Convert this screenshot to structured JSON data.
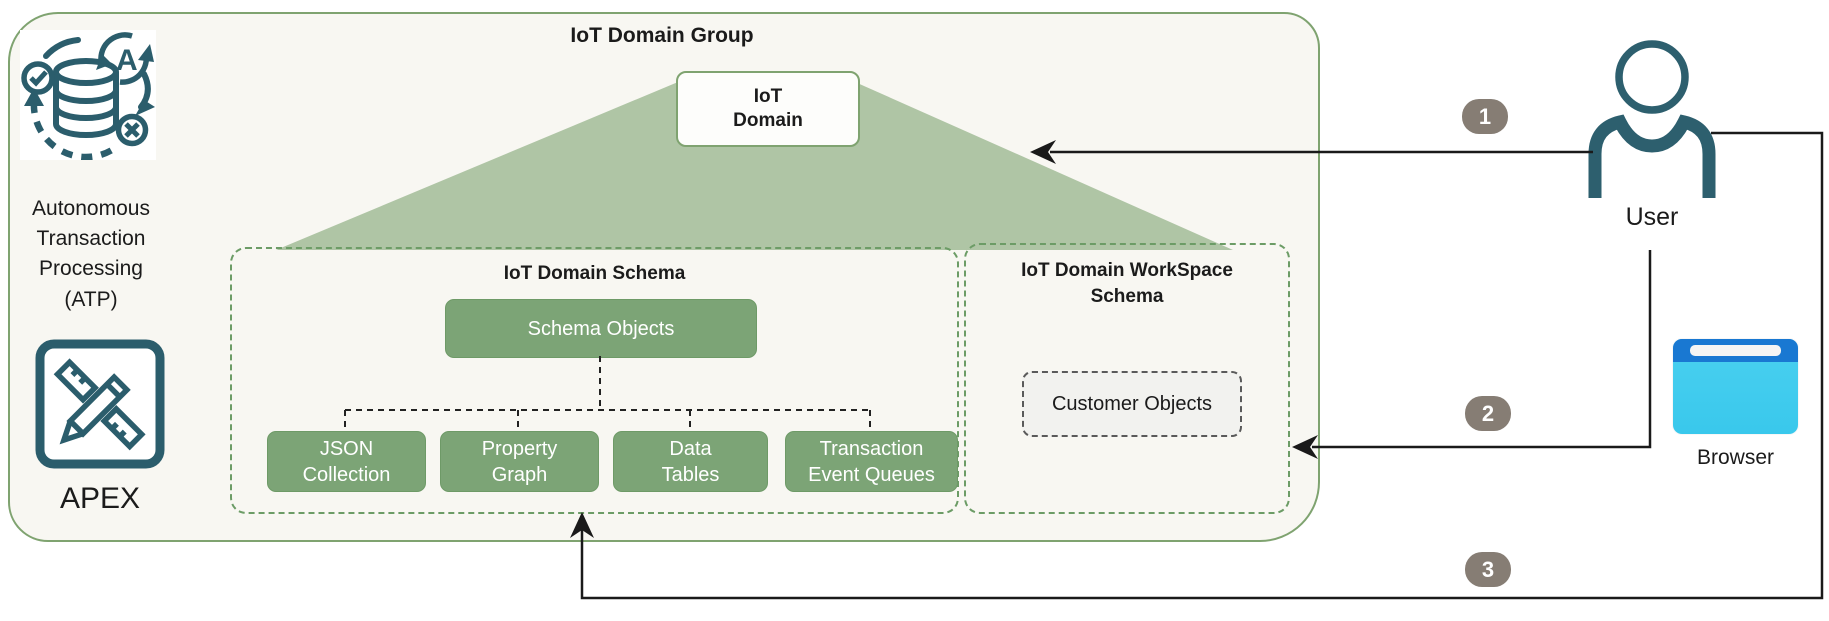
{
  "group": {
    "title": "IoT Domain Group",
    "domain_box": "IoT\nDomain"
  },
  "schema": {
    "title": "IoT Domain Schema",
    "root": "Schema Objects",
    "children": [
      "JSON\nCollection",
      "Property\nGraph",
      "Data\nTables",
      "Transaction\nEvent Queues"
    ]
  },
  "workspace": {
    "title": "IoT Domain WorkSpace\nSchema",
    "customer_box": "Customer Objects"
  },
  "platform": {
    "atp_name": "Autonomous\nTransaction\nProcessing",
    "atp_abbr": "(ATP)",
    "atp_icon_letter": "A",
    "apex_name": "APEX"
  },
  "actors": {
    "user": "User",
    "browser": "Browser"
  },
  "flow_badges": [
    "1",
    "2",
    "3"
  ],
  "colors": {
    "container_border": "#7fa370",
    "container_fill": "#f8f7f2",
    "triangle_fill": "#afc5a5",
    "green_box": "#7ca476",
    "dashed_green": "#6c9c66",
    "badge": "#867d74",
    "icon_teal": "#2b5d6c",
    "browser_top": "#1978d2",
    "browser_body": "#3fceef",
    "arrow": "#1a1a1a"
  }
}
